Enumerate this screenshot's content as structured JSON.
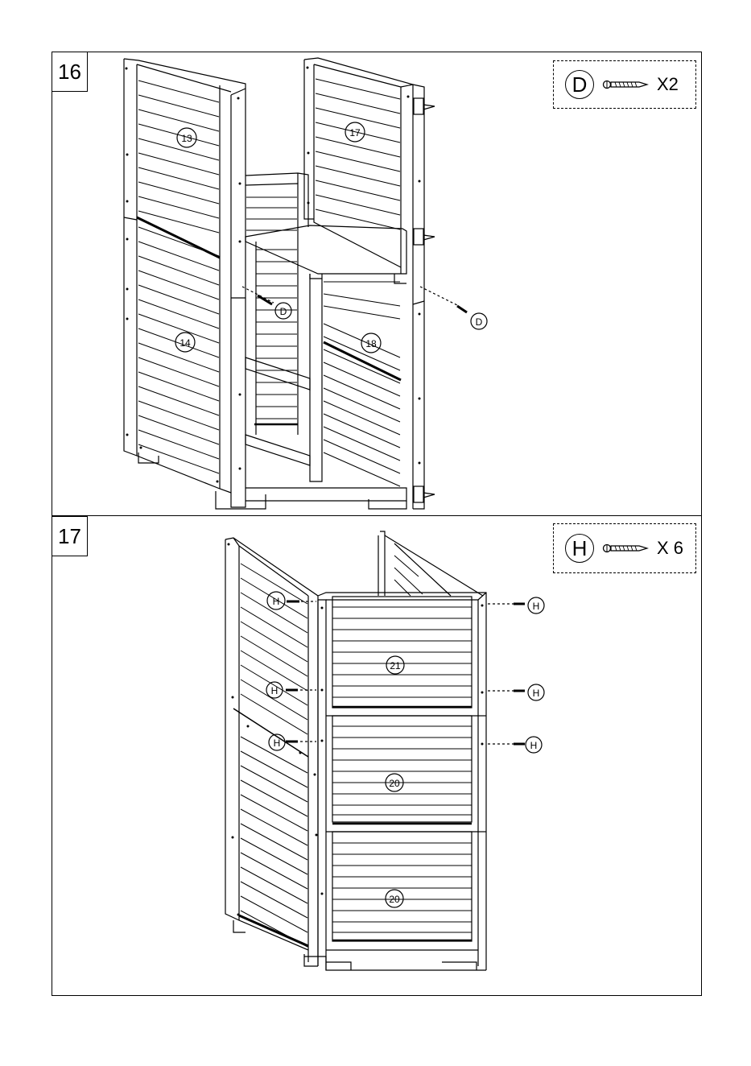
{
  "steps": [
    {
      "number": "16",
      "legend": {
        "letter": "D",
        "quantity": "X2",
        "icon": "screw-icon"
      },
      "part_labels": [
        "13",
        "17",
        "14",
        "18"
      ],
      "fastener_labels": [
        "D",
        "D"
      ]
    },
    {
      "number": "17",
      "legend": {
        "letter": "H",
        "quantity": "X 6",
        "icon": "screw-icon"
      },
      "part_labels": [
        "21",
        "20",
        "20"
      ],
      "fastener_labels": [
        "H",
        "H",
        "H",
        "H",
        "H",
        "H"
      ]
    }
  ]
}
